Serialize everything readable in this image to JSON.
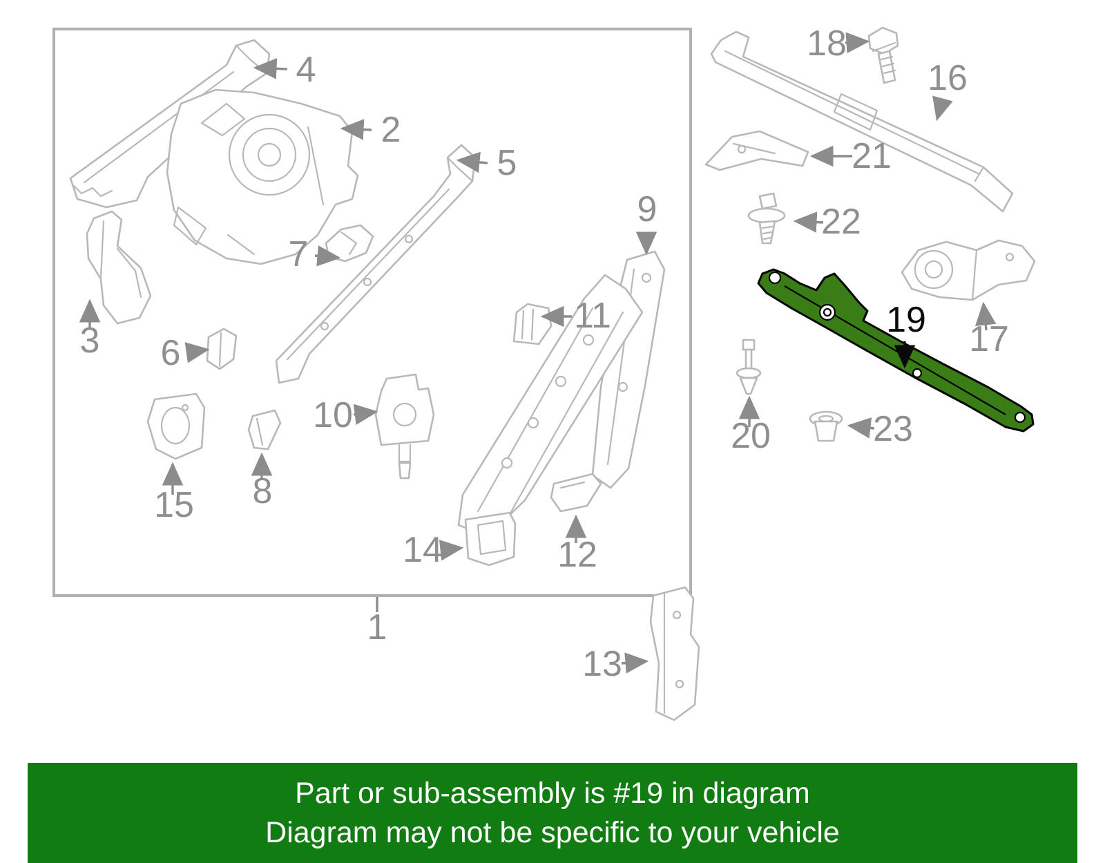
{
  "diagram": {
    "highlighted_part": "19",
    "labels": {
      "p1": "1",
      "p2": "2",
      "p3": "3",
      "p4": "4",
      "p5": "5",
      "p6": "6",
      "p7": "7",
      "p8": "8",
      "p9": "9",
      "p10": "10",
      "p11": "11",
      "p12": "12",
      "p13": "13",
      "p14": "14",
      "p15": "15",
      "p16": "16",
      "p17": "17",
      "p18": "18",
      "p19": "19",
      "p20": "20",
      "p21": "21",
      "p22": "22",
      "p23": "23"
    },
    "colors": {
      "line": "#b8b8b8",
      "label": "#8f8f8f",
      "highlight_fill": "#3a7d17",
      "highlight_stroke": "#000000"
    }
  },
  "banner": {
    "line1": "Part or sub-assembly is #19 in diagram",
    "line2": "Diagram may not be specific to your vehicle",
    "background": "#117c11",
    "text_color": "#ffffff"
  }
}
